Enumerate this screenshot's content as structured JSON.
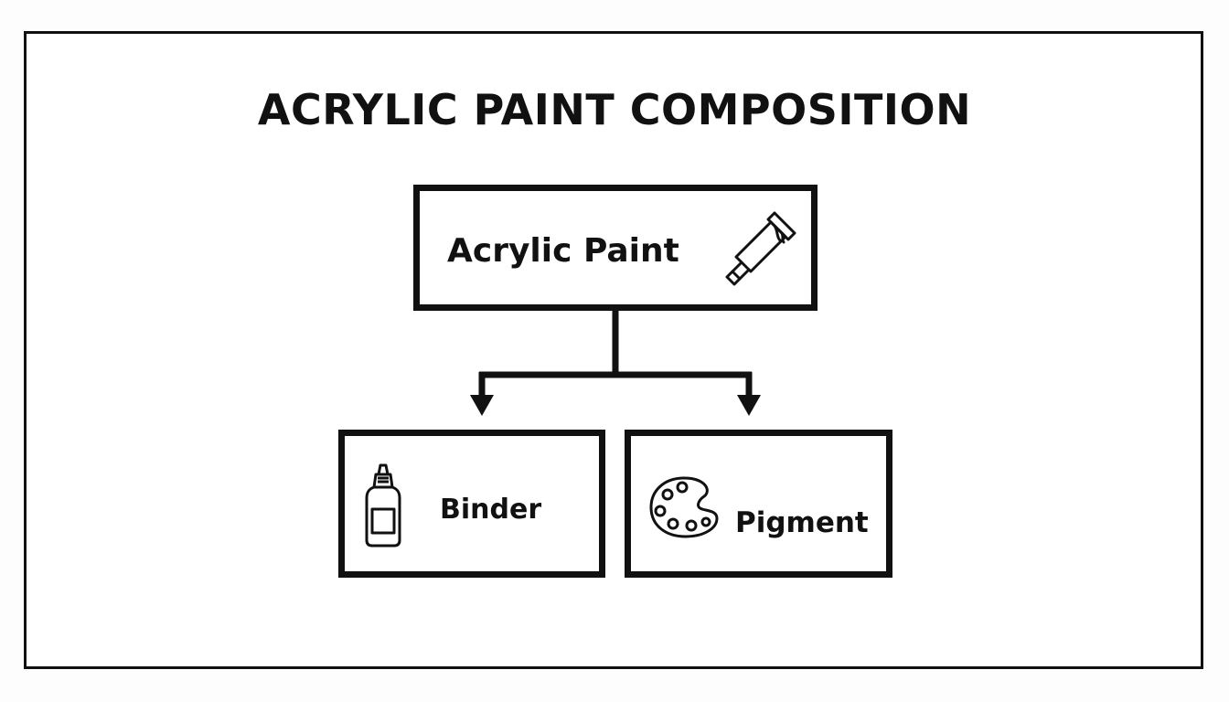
{
  "diagram": {
    "title": "ACRYLIC PAINT COMPOSITION",
    "root": {
      "label": "Acrylic Paint",
      "icon": "paint-tube-icon"
    },
    "children": [
      {
        "label": "Binder",
        "icon": "glue-bottle-icon"
      },
      {
        "label": "Pigment",
        "icon": "palette-icon"
      }
    ]
  },
  "colors": {
    "stroke": "#111111",
    "background": "#ffffff"
  }
}
